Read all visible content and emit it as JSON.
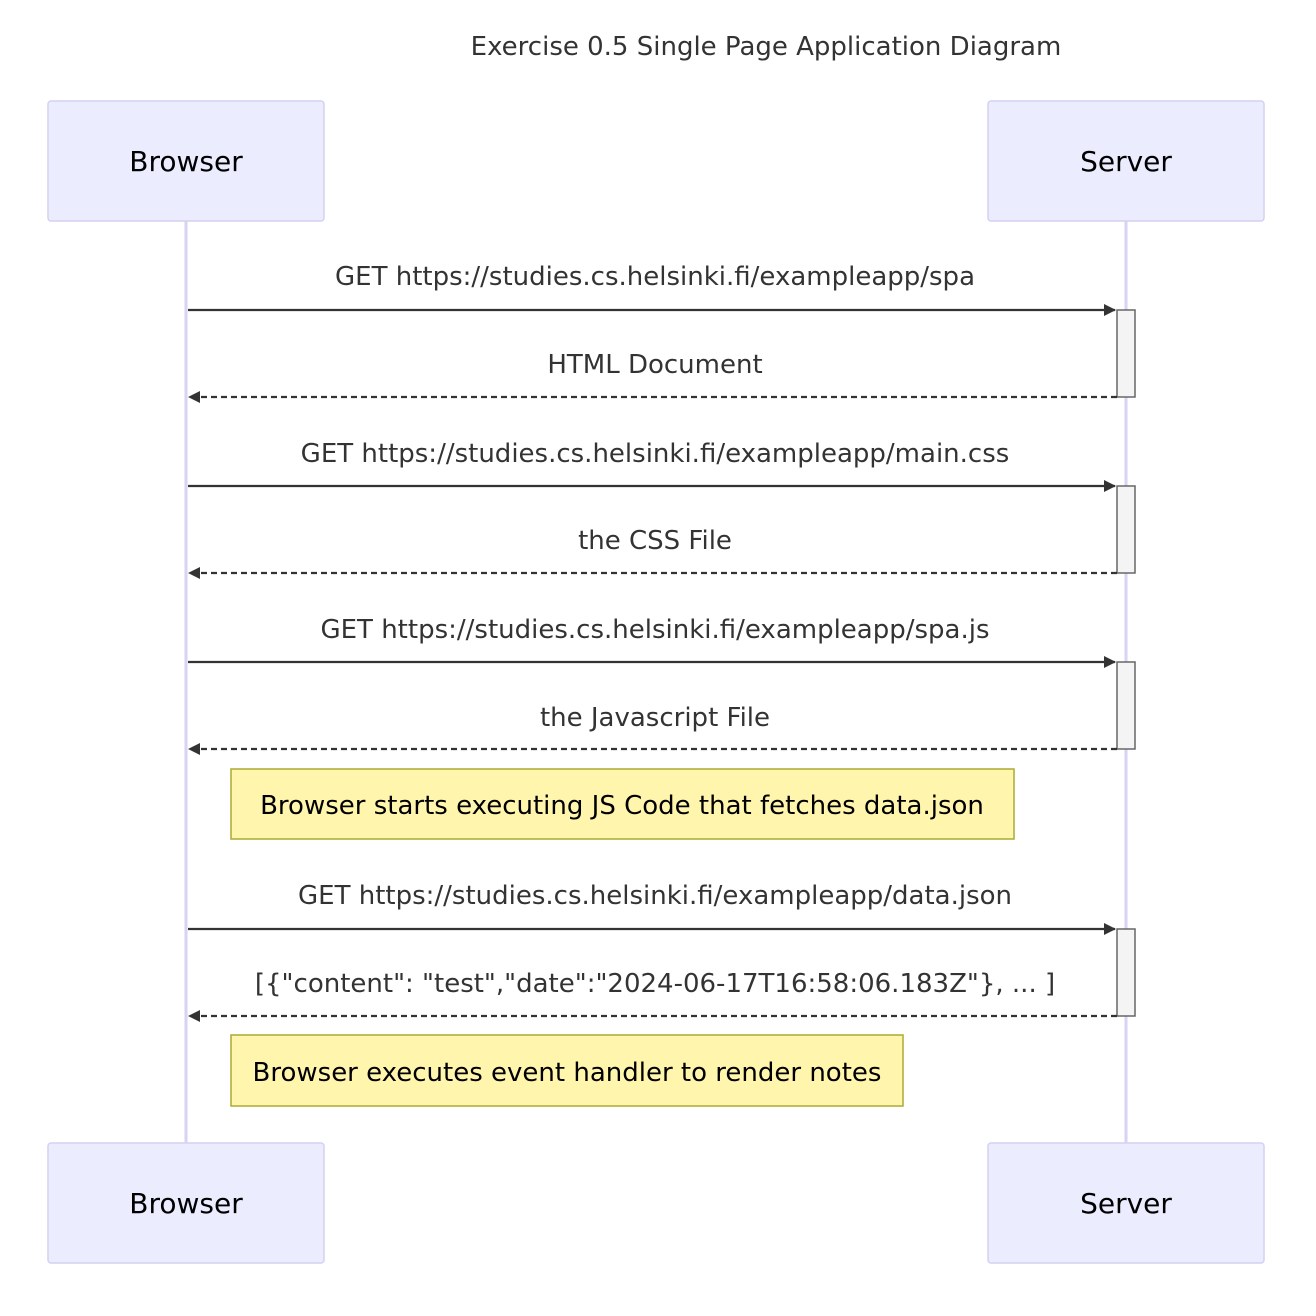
{
  "title": "Exercise 0.5 Single Page Application Diagram",
  "participants": [
    {
      "id": "browser",
      "label": "Browser"
    },
    {
      "id": "server",
      "label": "Server"
    }
  ],
  "messages": [
    {
      "from": "browser",
      "to": "server",
      "label": "GET https://studies.cs.helsinki.fi/exampleapp/spa",
      "style": "solid"
    },
    {
      "from": "server",
      "to": "browser",
      "label": "HTML Document",
      "style": "dashed"
    },
    {
      "from": "browser",
      "to": "server",
      "label": "GET https://studies.cs.helsinki.fi/exampleapp/main.css",
      "style": "solid"
    },
    {
      "from": "server",
      "to": "browser",
      "label": "the CSS File",
      "style": "dashed"
    },
    {
      "from": "browser",
      "to": "server",
      "label": "GET https://studies.cs.helsinki.fi/exampleapp/spa.js",
      "style": "solid"
    },
    {
      "from": "server",
      "to": "browser",
      "label": "the Javascript File",
      "style": "dashed"
    },
    {
      "from": "browser",
      "to": "server",
      "label": "GET https://studies.cs.helsinki.fi/exampleapp/data.json",
      "style": "solid"
    },
    {
      "from": "server",
      "to": "browser",
      "label": "[{\"content\": \"test\",\"date\":\"2024-06-17T16:58:06.183Z\"}, ... ]",
      "style": "dashed"
    }
  ],
  "notes": [
    {
      "over": "browser",
      "text": "Browser starts executing JS Code that fetches data.json"
    },
    {
      "over": "browser",
      "text": "Browser executes event handler to render notes"
    }
  ],
  "colors": {
    "actor_fill": "#ECECFF",
    "actor_border": "#d3d1f2",
    "lifeline": "#d6d3f3",
    "note_fill": "#fff5ad",
    "note_border": "#aaaa33",
    "arrow": "#333333"
  }
}
